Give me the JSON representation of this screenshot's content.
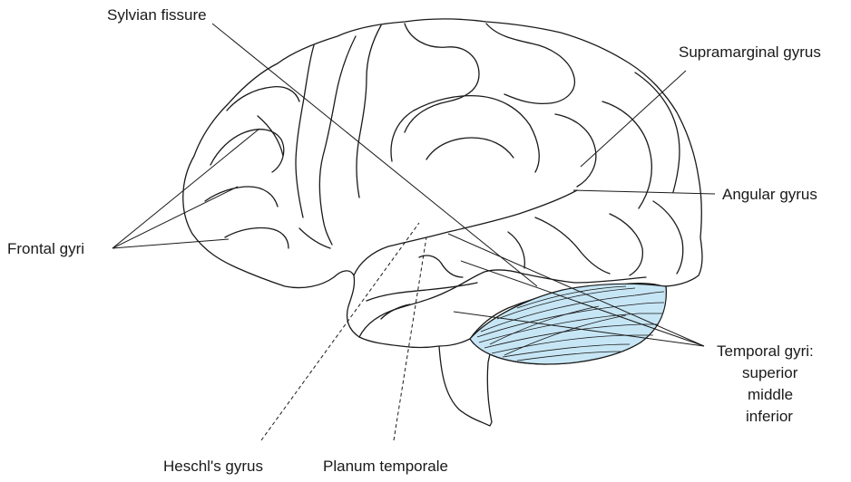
{
  "labels": {
    "sylvian_fissure": "Sylvian fissure",
    "supramarginal_gyrus": "Supramarginal gyrus",
    "angular_gyrus": "Angular gyrus",
    "frontal_gyri": "Frontal gyri",
    "temporal_gyri_title": "Temporal gyri:",
    "temporal_superior": "superior",
    "temporal_middle": "middle",
    "temporal_inferior": "inferior",
    "heschls_gyrus": "Heschl's gyrus",
    "planum_temporale": "Planum temporale"
  },
  "colors": {
    "ink": "#1a1a1a",
    "highlight_fill": "#c7e6f5",
    "background": "#ffffff"
  }
}
